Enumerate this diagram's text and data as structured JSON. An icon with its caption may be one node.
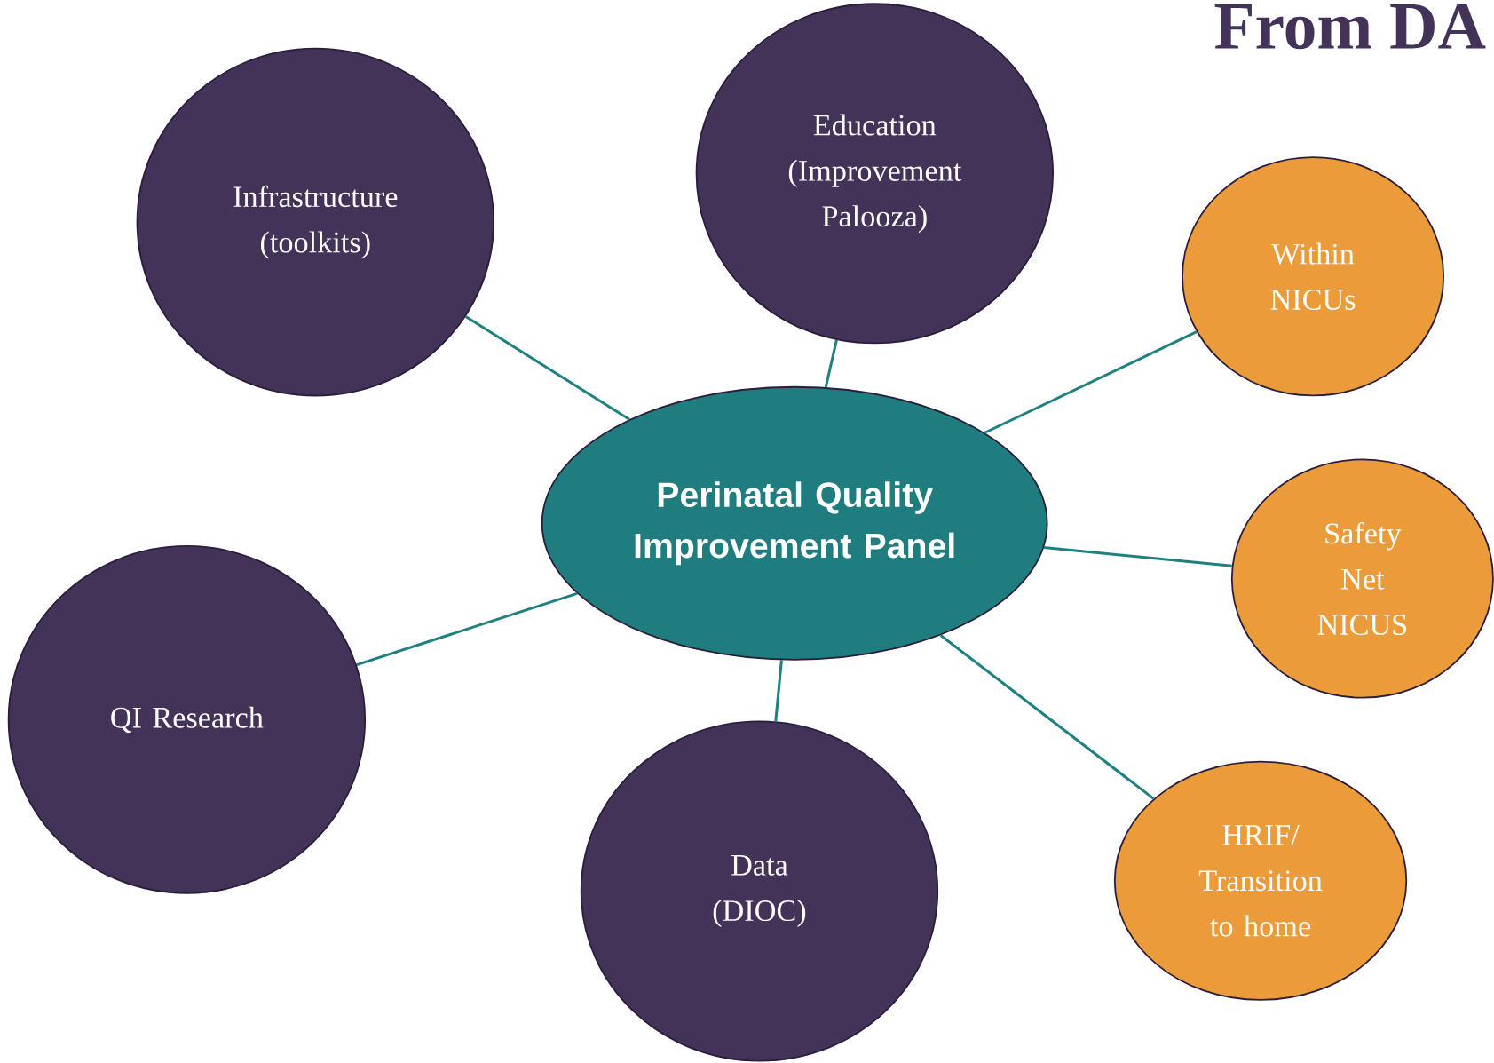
{
  "diagram": {
    "title": "From DA",
    "nodes": [
      {
        "text": [
          "Perinatal Quality Improvement Panel"
        ]
      },
      {
        "text": [
          "Infrastructure (toolkits)"
        ]
      },
      {
        "text": [
          "Education (Improvement Palooza)"
        ]
      },
      {
        "text": [
          "Within NICUs"
        ]
      },
      {
        "text": [
          "Safety Net NICUS"
        ]
      },
      {
        "text": [
          "HRIF/ Transition to home"
        ]
      },
      {
        "text": [
          "Data (DIOC)"
        ]
      },
      {
        "text": [
          "QI Research"
        ]
      }
    ],
    "edges": [
      {
        "from": 0,
        "to": 1,
        "arrow": "none"
      },
      {
        "from": 0,
        "to": 2,
        "arrow": "none"
      },
      {
        "from": 0,
        "to": 3,
        "arrow": "none"
      },
      {
        "from": 0,
        "to": 4,
        "arrow": "none"
      },
      {
        "from": 0,
        "to": 5,
        "arrow": "none"
      },
      {
        "from": 0,
        "to": 6,
        "arrow": "none"
      },
      {
        "from": 0,
        "to": 7,
        "arrow": "none"
      }
    ]
  }
}
